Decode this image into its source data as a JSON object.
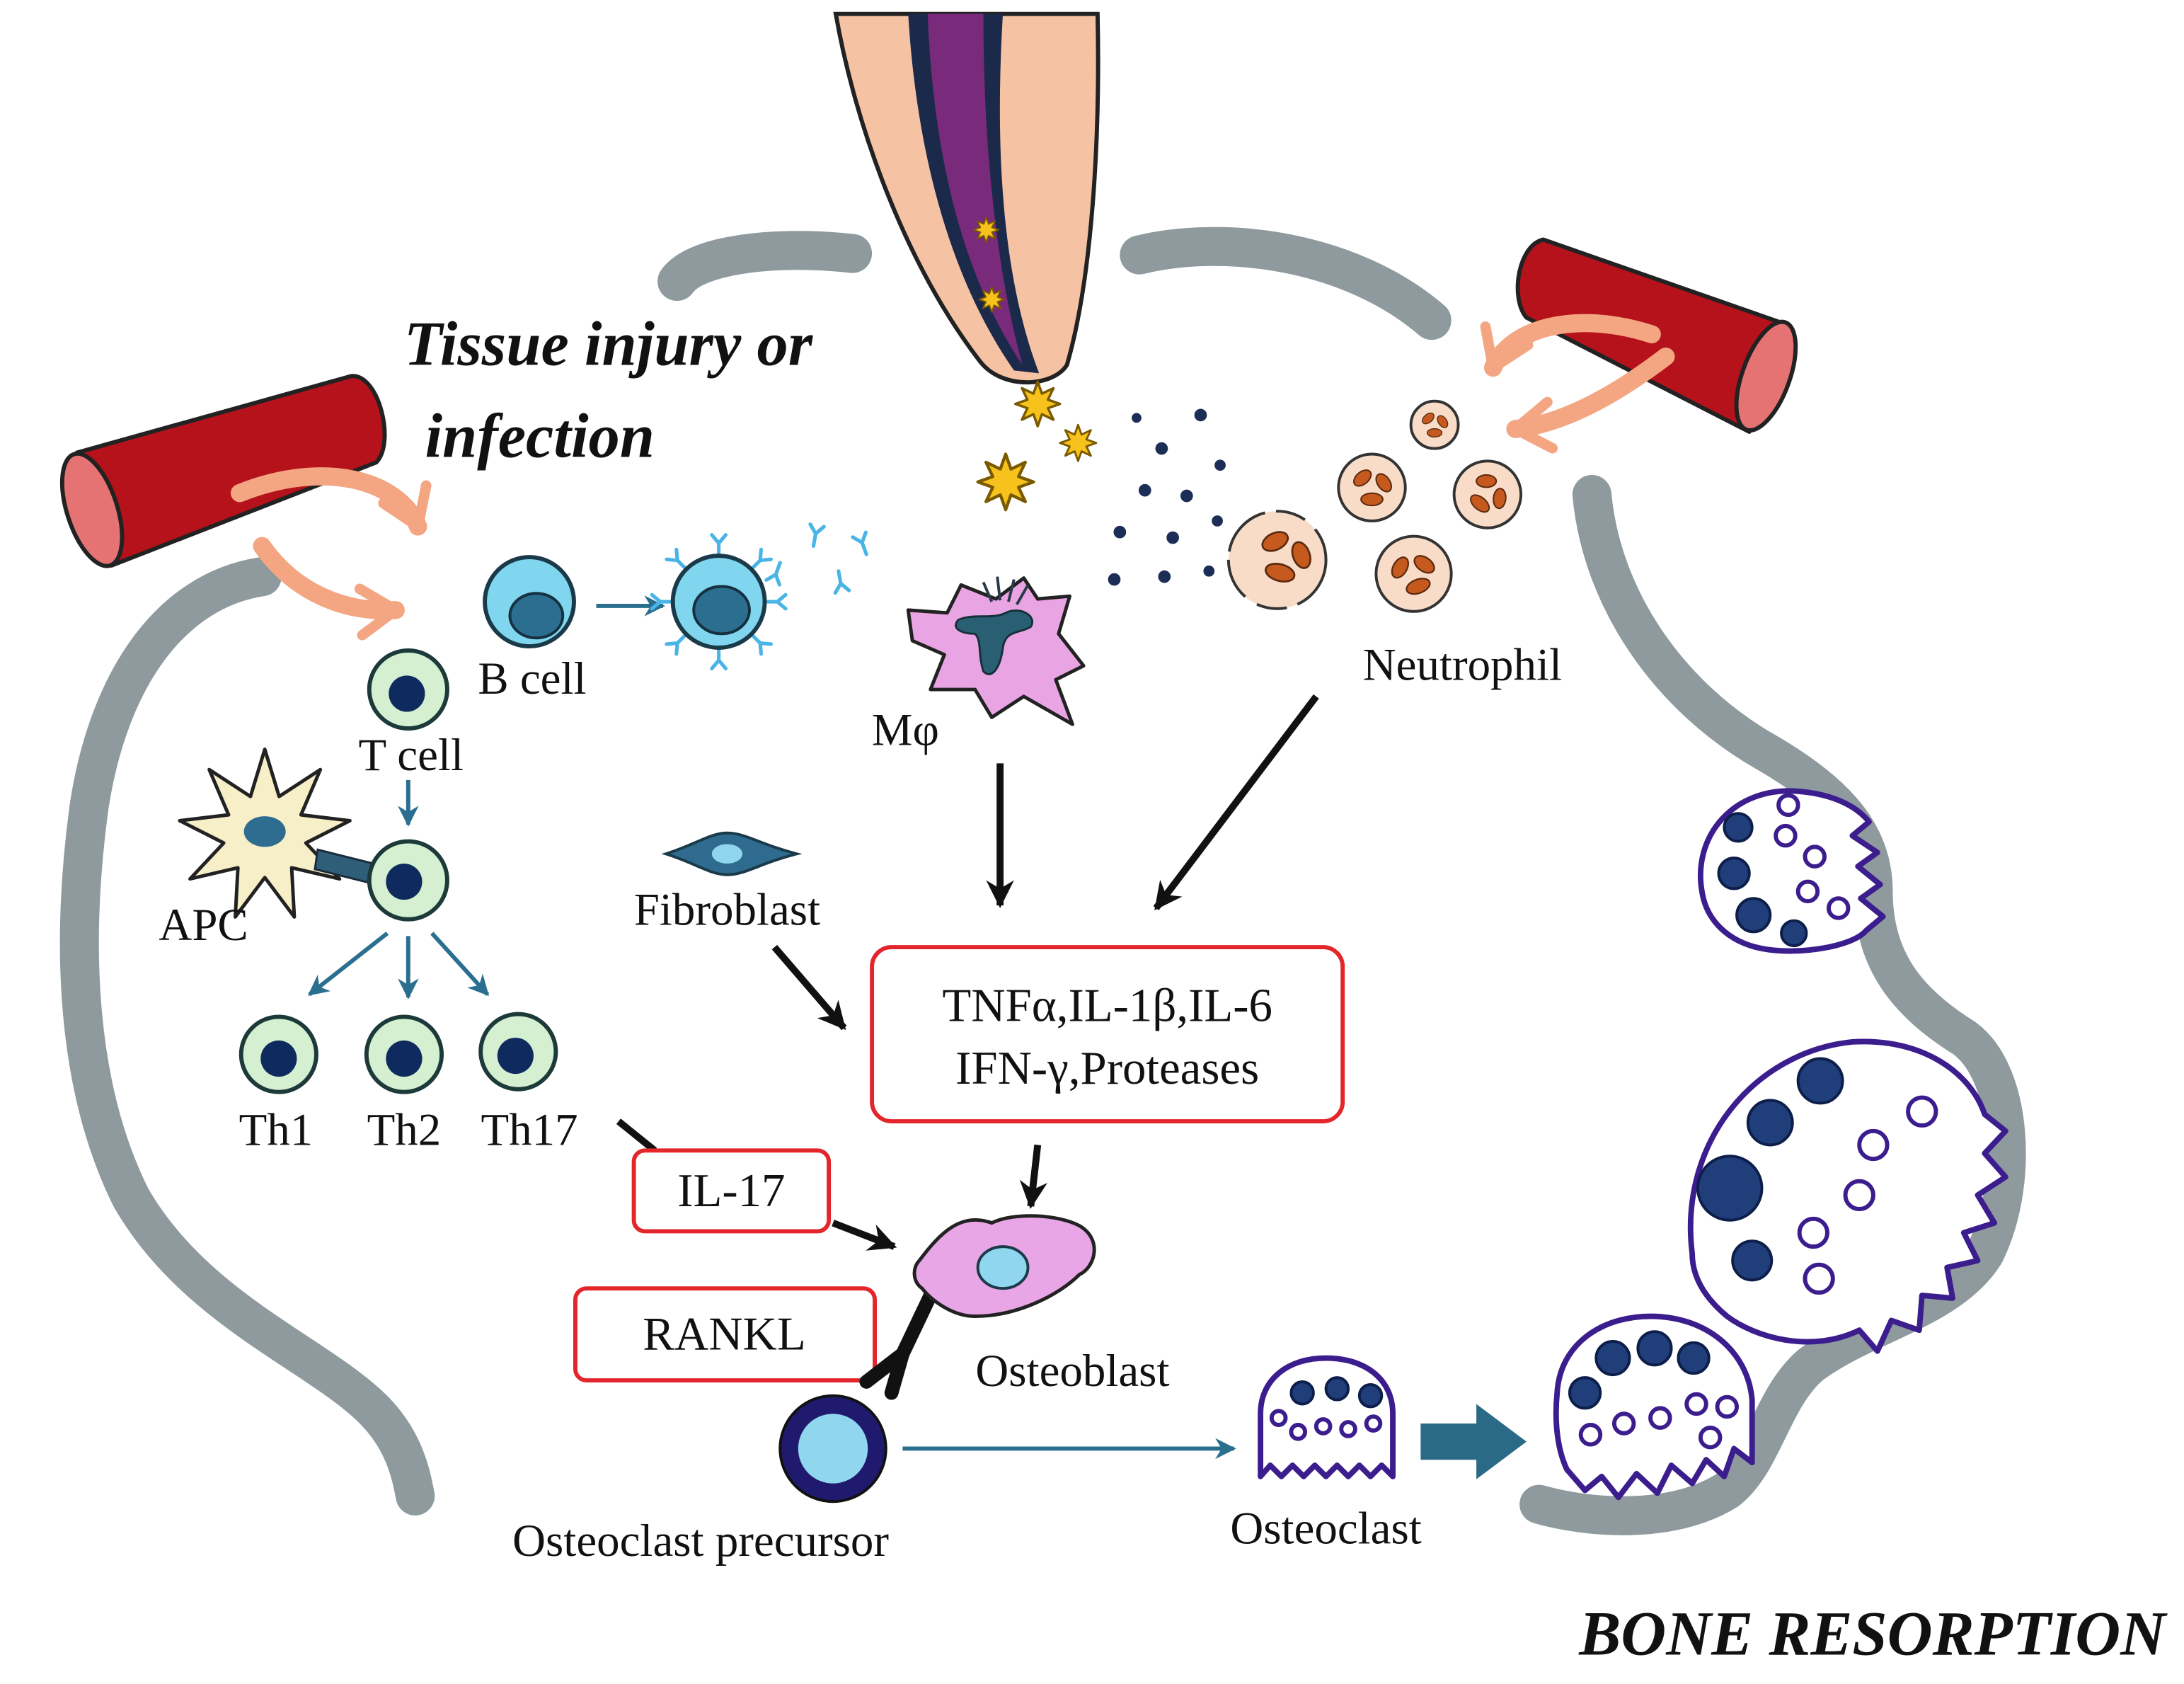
{
  "title": {
    "line1": "Tissue injury or",
    "line2": "infection"
  },
  "footer": "BONE RESORPTION",
  "cells": {
    "b_cell": "B cell",
    "t_cell": "T cell",
    "apc": "APC",
    "macrophage": "Mφ",
    "neutrophil": "Neutrophil",
    "fibroblast": "Fibroblast",
    "th1": "Th1",
    "th2": "Th2",
    "th17": "Th17",
    "osteoblast": "Osteoblast",
    "osteoclast_precursor": "Osteoclast precursor",
    "osteoclast": "Osteoclast"
  },
  "mediators": {
    "cytokines_line1": "TNFα,IL-1β,IL-6",
    "cytokines_line2": "IFN-γ,Proteases",
    "il17": "IL-17",
    "rankl": "RANKL"
  },
  "colors": {
    "bone": "#8E9A9D",
    "vessel": "#B5121B",
    "vessel_opening": "#E57373",
    "box_border": "#E3262B",
    "tooth": "#F5C3A4",
    "root_canal": "#7A2A7A",
    "osteoclast_outline": "#3C1D8E",
    "macrophage": "#E9A5E3",
    "osteoblast": "#E8A6E6",
    "apc": "#F6EFC8",
    "b_cell": "#7FD6EE",
    "bacteria_star": "#F6C21B",
    "neutrophil_nucleus": "#C65A1E"
  }
}
